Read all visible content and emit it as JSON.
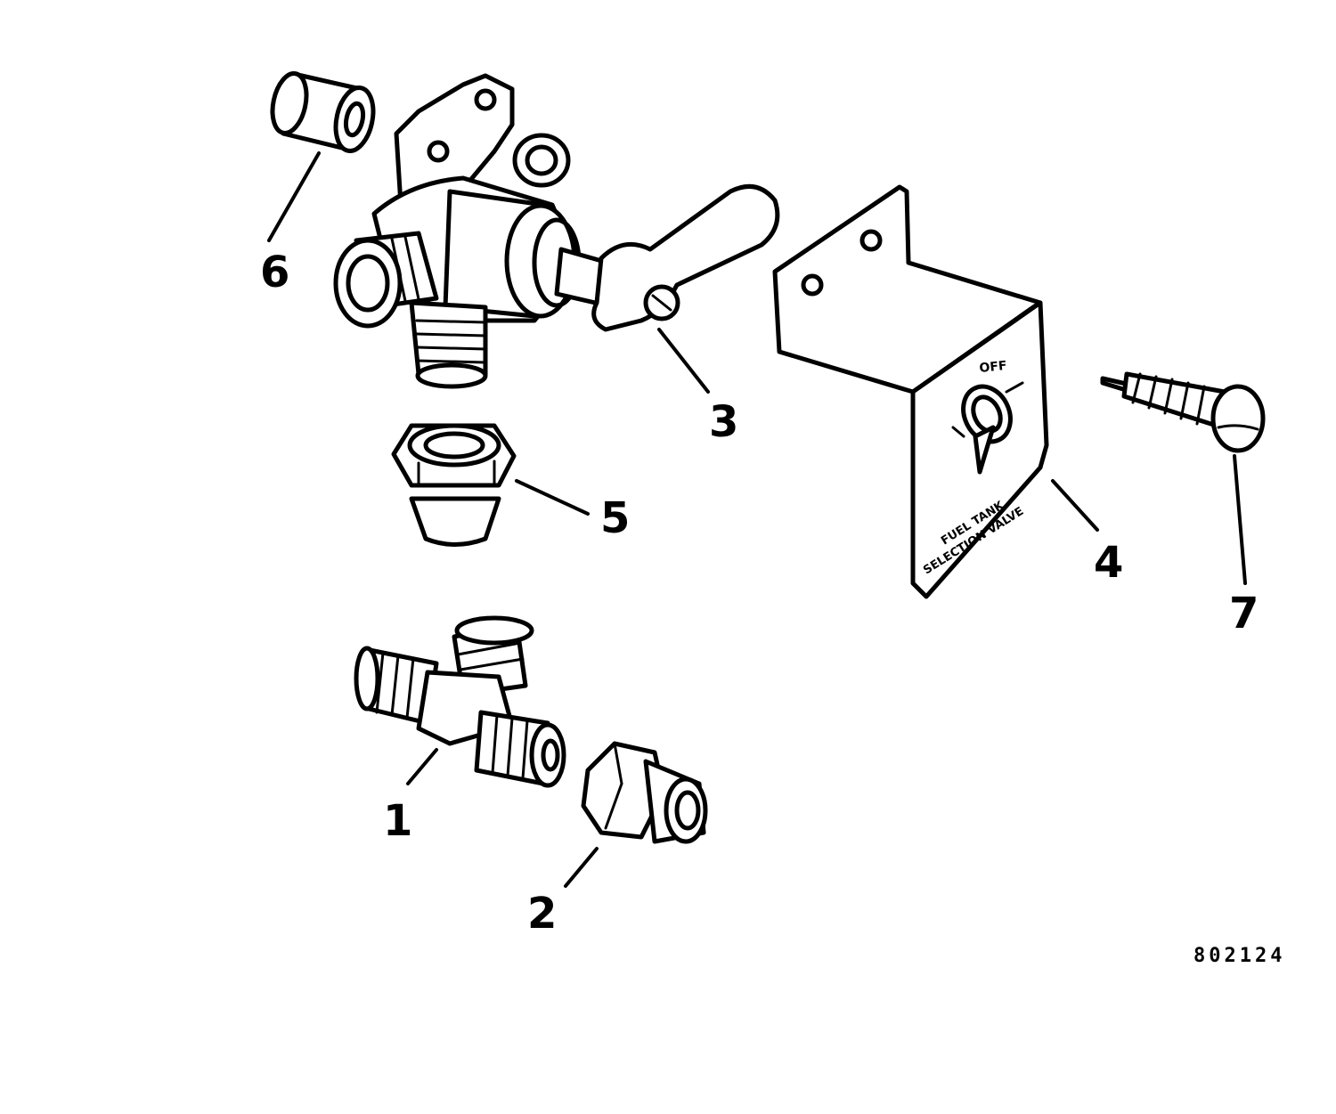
{
  "callouts": {
    "c1": "1",
    "c2": "2",
    "c3": "3",
    "c4": "4",
    "c5": "5",
    "c6": "6",
    "c7": "7"
  },
  "figure_number": "802124",
  "bracket_plate": {
    "off_label": "OFF",
    "line1": "FUEL TANK",
    "line2": "SELECTION VALVE"
  }
}
